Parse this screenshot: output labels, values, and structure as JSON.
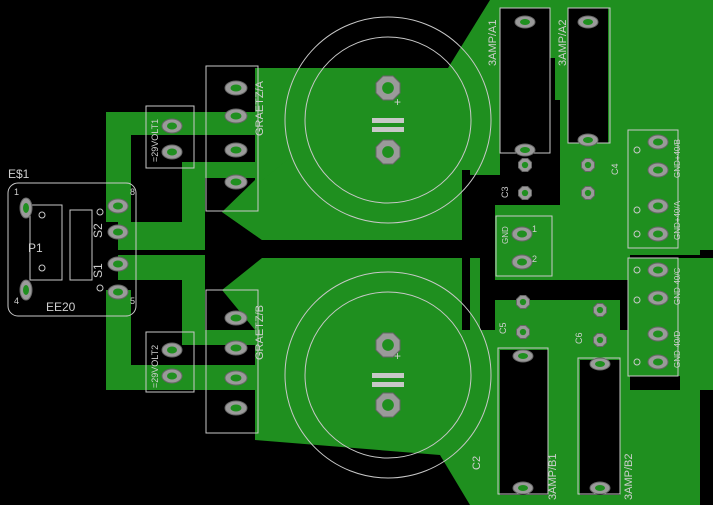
{
  "colors": {
    "background": "#000000",
    "copper": "#1f8f1f",
    "copper_dark": "#167016",
    "silkscreen": "#c8c8c8",
    "pad": "#9a9a9a",
    "pad_hole": "#1f8f1f",
    "pad_label": "#333333"
  },
  "labels": {
    "transformer_name": "E$1",
    "transformer_value": "EE20",
    "primary": "P1",
    "secondary1": "S1",
    "secondary2": "S2",
    "pin1": "1",
    "pin4": "4",
    "pin8": "8",
    "pin5": "5",
    "conn_top": "=29VOLT1",
    "conn_bottom": "=29VOLT2",
    "bridge_top": "GRAETZ/A",
    "bridge_bottom": "GRAETZ/B",
    "cap_c2": "C2",
    "cap_c3": "C3",
    "cap_c4": "C4",
    "cap_c5": "C5",
    "cap_c6": "C6",
    "fuse_a1": "3AMP/A1",
    "fuse_a2": "3AMP/A2",
    "fuse_b1": "3AMP/B1",
    "fuse_b2": "3AMP/B2",
    "gnd": "GND",
    "out_40b": "GND+40/B",
    "out_40a": "GND+40/A",
    "out_40c": "GND-40/C",
    "out_40d": "GND-40/D",
    "pin_1": "1",
    "pin_2": "2",
    "plus": "+"
  }
}
